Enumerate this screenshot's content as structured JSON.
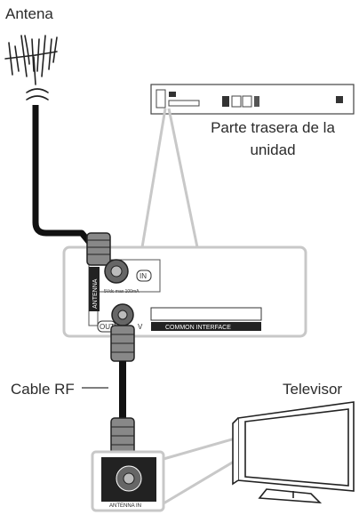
{
  "labels": {
    "antenna": "Antena",
    "rear_caption": "Parte trasera de la unidad",
    "cable": "Cable RF",
    "tv": "Televisor"
  },
  "panel": {
    "antenna_vertical": "ANTENNA",
    "in": "IN",
    "out": "OUT",
    "v": "V",
    "power_note": "5Vdc max 100mA",
    "slot": "COMMON INTERFACE"
  },
  "tv_panel": {
    "antenna_in": "ANTENNA IN"
  },
  "icons": [
    "antenna-icon",
    "cable-icon",
    "television-icon"
  ],
  "colors": {
    "callout": "#c8c8c8",
    "outline": "#1a1a1a",
    "text": "#2b2b2b"
  }
}
